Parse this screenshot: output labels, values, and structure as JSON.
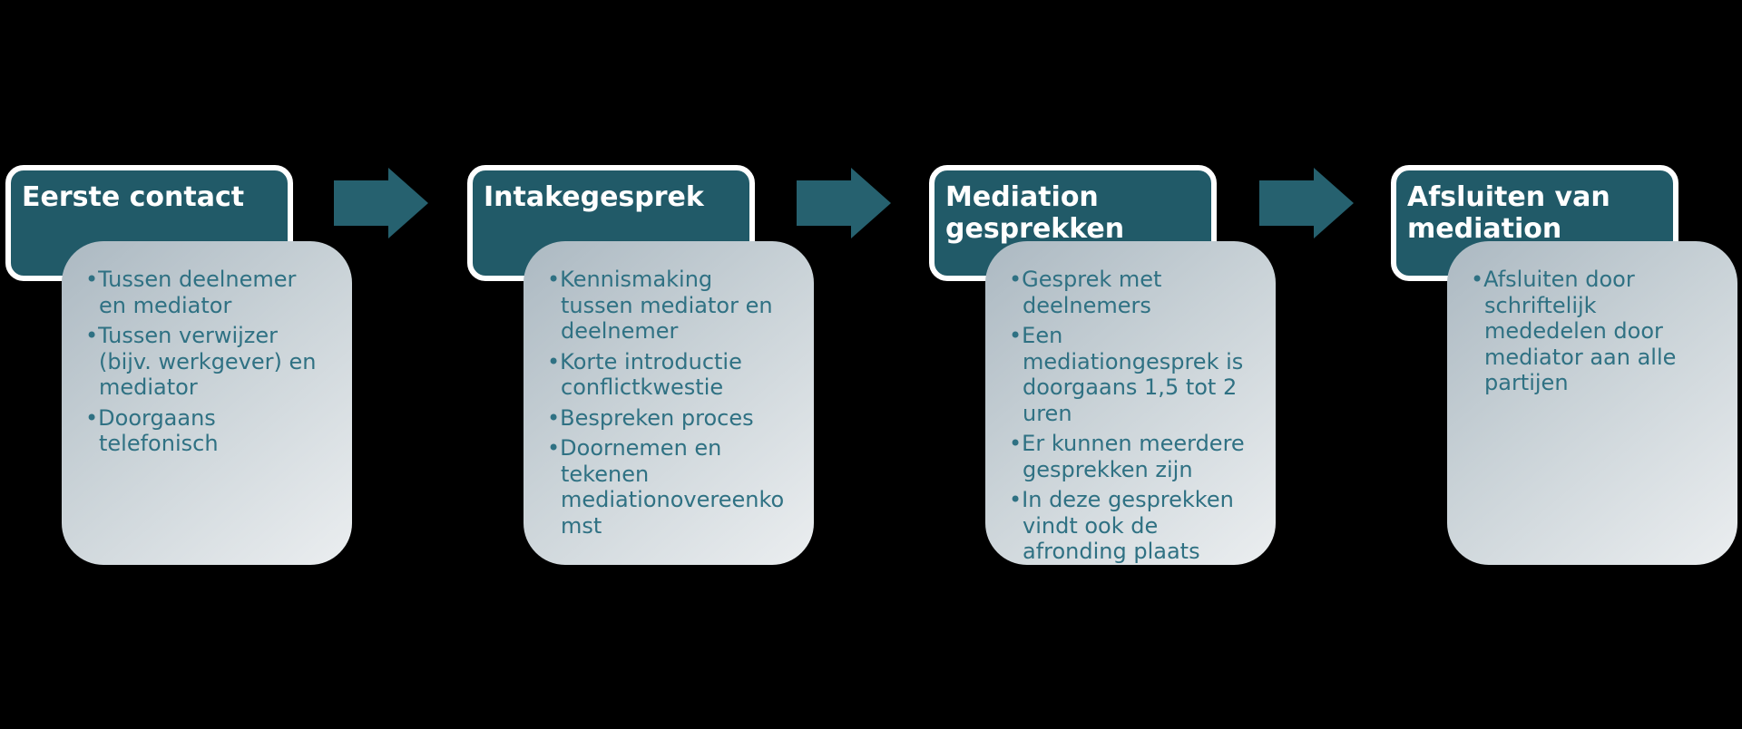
{
  "diagram": {
    "type": "process-flow",
    "step_count": 4,
    "steps": [
      {
        "title": "Eerste contact",
        "bullets": [
          "Tussen deelnemer en mediator",
          "Tussen verwijzer (bijv. werkgever) en mediator",
          "Doorgaans telefonisch"
        ]
      },
      {
        "title": "Intakegesprek",
        "bullets": [
          "Kennismaking tussen mediator en deelnemer",
          "Korte introductie conflictkwestie",
          "Bespreken proces",
          "Doornemen en tekenen mediationovereenkomst"
        ]
      },
      {
        "title": "Mediation gesprekken",
        "bullets": [
          "Gesprek met deelnemers",
          "Een mediationgesprek is doorgaans 1,5 tot 2 uren",
          "Er kunnen meerdere gesprekken zijn",
          "In deze gesprekken vindt ook de afronding plaats"
        ]
      },
      {
        "title": "Afsluiten van mediation",
        "bullets": [
          "Afsluiten door schriftelijk mededelen door mediator aan alle partijen"
        ]
      }
    ],
    "arrows": [
      "arrow-1",
      "arrow-2",
      "arrow-3"
    ]
  },
  "colors": {
    "background": "#000000",
    "header_bg": "#215A68",
    "header_border": "#FFFFFF",
    "header_text": "#FFFFFF",
    "arrow": "#26616F",
    "body_grad_start": "#ACB9C2",
    "body_grad_mid": "#C9D2D7",
    "body_grad_end": "#EBEEF0",
    "bullet_text": "#2F7183"
  }
}
